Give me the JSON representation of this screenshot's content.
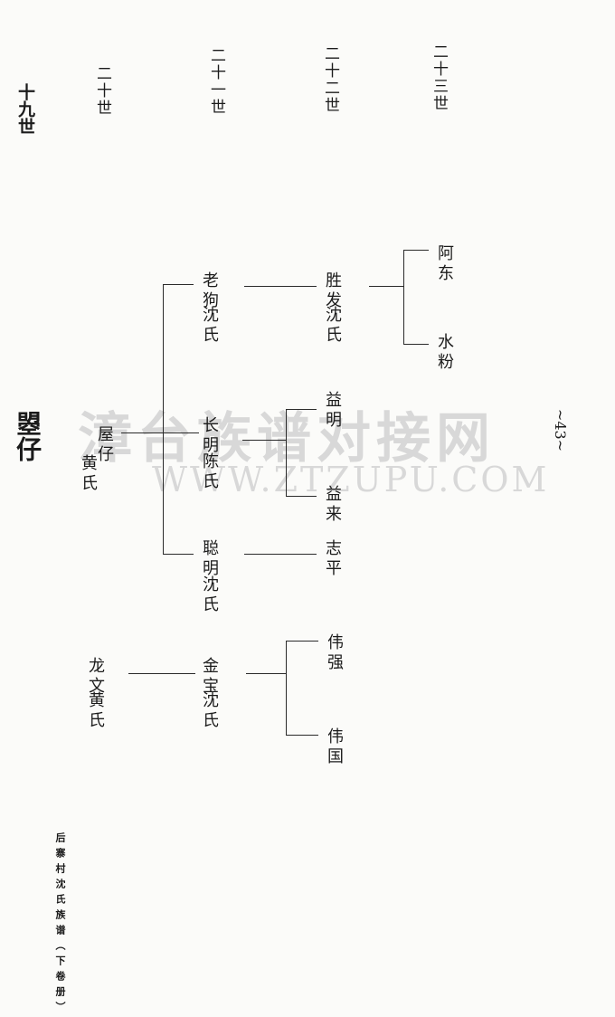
{
  "generations": {
    "g19": "十九世",
    "g20": "二十世",
    "g21": "二十一世",
    "g22": "二十二世",
    "g23": "二十三世"
  },
  "root": {
    "name": "屋仔",
    "spouse": "黄氏",
    "big": "曌仔"
  },
  "branch1": {
    "son1": {
      "name": "老狗",
      "spouse": "沈氏",
      "child": {
        "name": "胜发",
        "spouse": "沈氏",
        "children": [
          "阿东",
          "水粉"
        ]
      }
    },
    "son2": {
      "name": "长明",
      "spouse": "陈氏",
      "children": [
        "益明",
        "益来"
      ]
    },
    "son3": {
      "name": "聪明",
      "spouse": "沈氏",
      "child": "志平"
    }
  },
  "branch2": {
    "root": {
      "name": "龙文",
      "spouse": "黄氏"
    },
    "son": {
      "name": "金宝",
      "spouse": "沈氏",
      "children": [
        "伟强",
        "伟国"
      ]
    }
  },
  "page_number": "~43~",
  "footer": "后寨村沈氏族谱（下卷册）",
  "watermark": {
    "cn": "漳台族谱对接网",
    "en": "WWW.ZTZUPU.COM"
  }
}
